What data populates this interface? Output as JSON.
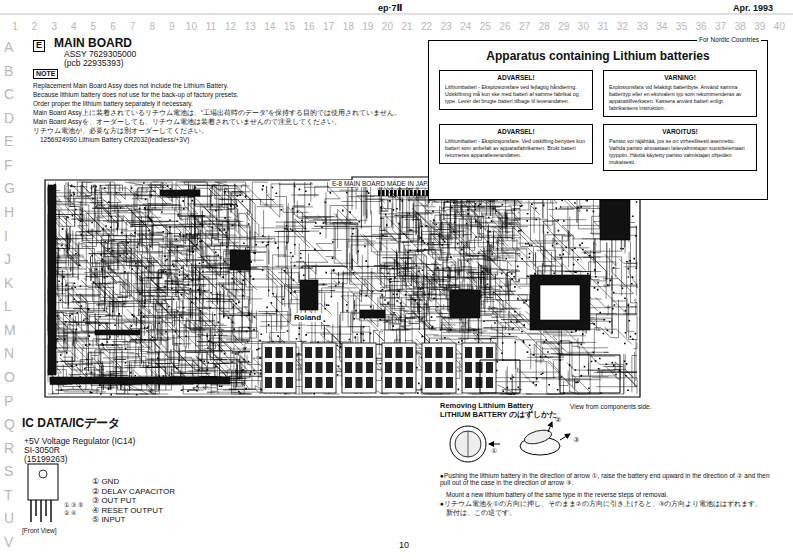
{
  "diagram": {
    "nodes": [
      {
        "text": [
          "E"
        ]
      },
      {
        "text": [
          "NOTE"
        ]
      },
      {
        "text": [
          "For Nordic Countries",
          "Apparatus containing Lithium batteries"
        ]
      },
      {
        "text": [
          "ADVARSEL!",
          "Lithiumbatteri - Eksplosionsfare ved fejlagtig håndtering. Udskiftning må kun ske med batteri af samme fabrikat og type. Levér det brugte batteri tilbage til leverandøren."
        ],
        "in": 2
      },
      {
        "text": [
          "VARNING!",
          "Explosionsfara vid felaktigt batteribyte. Använd samma batterityp eller en ekvivalent typ som rekommenderas av apparattillverkaren. Kassera använt batteri enligt fabrikantens instruktion."
        ],
        "in": 2
      },
      {
        "text": [
          "ADVARSEL!",
          "Lithiumbatteri - Eksplosjonsfare. Ved utskifting benyttes kun batteri som anbefalt av apparatfabrikanten. Brukt batteri returneres apparatleverandøren."
        ],
        "in": 2
      },
      {
        "text": [
          "VAROITUS!",
          "Paristo voi räjähtää, jos se on virheellisesti asennettu. Vaihda paristo ainoastaan laitevalmistajan suosittelemaan tyyppiin. Hävitä käytetty paristo valmistajan ohjeiden mukaisesti."
        ],
        "in": 2
      }
    ],
    "labels": [
      "1",
      "2",
      "3",
      "4",
      "5",
      "6",
      "7",
      "8",
      "9",
      "10",
      "11",
      "12",
      "13",
      "14",
      "15",
      "16",
      "17",
      "18",
      "19",
      "20",
      "21",
      "22",
      "23",
      "24",
      "25",
      "26",
      "27",
      "28",
      "29",
      "30",
      "31",
      "32",
      "33",
      "34",
      "35",
      "36",
      "37",
      "38",
      "39",
      "40",
      "A",
      "B",
      "C",
      "D",
      "E",
      "F",
      "G",
      "H",
      "I",
      "J",
      "K",
      "L",
      "M",
      "N",
      "O",
      "P",
      "Q",
      "R",
      "S",
      "T",
      "U",
      "V",
      "ep·7Ⅱ",
      "Apr. 1993",
      "MAIN BOARD",
      "ASSY 7629305000",
      "(pcb 22935393)",
      "Replacement Main Board Assy does not include the Lithium Battery.",
      "Because lithium battery does not use for the back-up of factory presets.",
      "Order proper the lithium battery separately if necessary.",
      "Main Board Assy上に装着されているリチウム電池は、“工場出荷時のデータ”を保持する目的では使用されていません。",
      "Main Board Assyを、オーダーしても、リチウム電池は装着されていませんので注意してください。",
      "リチウム電池が、必要な方は別オーダーしてください。",
      "12569249S0 Lithium Battery CR2032(leadless/+3V)",
      "E-8 MAIN BOARD MADE IN JAPAN",
      "Roland",
      "View from components side.",
      "IC DATA/ICデータ",
      "+5V Voltage Regulator (IC14)",
      "SI-3050R",
      "(15199263)",
      "① GND",
      "② DELAY CAPACITOR",
      "③ OUT PUT",
      "④ RESET OUTPUT",
      "⑤ INPUT",
      "① ③ ⑤",
      "② ④",
      "[Front View]",
      "Removing Lithium Battery",
      "LITHIUM BATTERY のはずしかた",
      "●Pushing the lithium battery in the direction of arrow ①, raise the battery end upward in the direction of ② and then pull out of the case in the direction of arrow ③.",
      "Mount a new lithium battery of the same type in the reverse steps of removal.",
      "●リチウム電池を①の方向に押し、そのまま②の方向に引き上げると、③の方向より電池ははずれます。",
      "新付は、この逆です。",
      "①",
      "②",
      "③",
      "10"
    ]
  }
}
